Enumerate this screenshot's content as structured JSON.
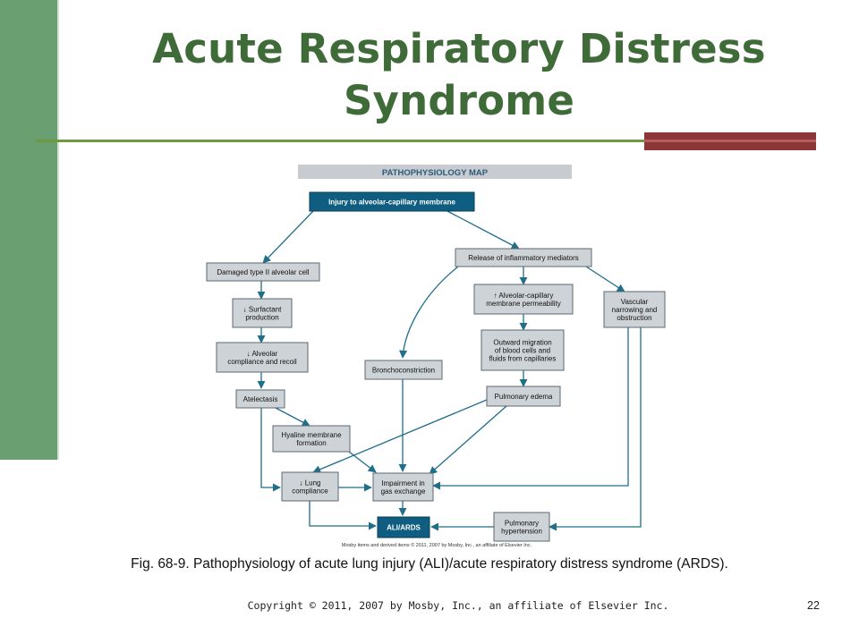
{
  "slide": {
    "title_line1": "Acute Respiratory Distress",
    "title_line2": "Syndrome",
    "caption": "Fig. 68-9. Pathophysiology of acute lung injury (ALI)/acute respiratory distress syndrome (ARDS).",
    "copyright": "Copyright © 2011, 2007 by Mosby, Inc., an affiliate of Elsevier Inc.",
    "page_number": "22"
  },
  "map": {
    "title": "PATHOPHYSIOLOGY MAP",
    "credit": "Mosby items and derived items © 2011, 2007 by Mosby, Inc., an affiliate of Elsevier Inc.",
    "nodes": {
      "injury": [
        "Injury to alveolar-capillary membrane"
      ],
      "type2": [
        "Damaged type II alveolar cell"
      ],
      "mediators": [
        "Release of inflammatory mediators"
      ],
      "surfactant": [
        "↓ Surfactant",
        "production"
      ],
      "permeability": [
        "↑ Alveolar-capillary",
        "membrane permeability"
      ],
      "vascular": [
        "Vascular",
        "narrowing and",
        "obstruction"
      ],
      "compliance_recoil": [
        "↓ Alveolar",
        "compliance and recoil"
      ],
      "migration": [
        "Outward migration",
        "of blood cells and",
        "fluids from capillaries"
      ],
      "broncho": [
        "Bronchoconstriction"
      ],
      "atelectasis": [
        "Atelectasis"
      ],
      "edema": [
        "Pulmonary edema"
      ],
      "hyaline": [
        "Hyaline membrane",
        "formation"
      ],
      "lung_compliance": [
        "↓ Lung",
        "compliance"
      ],
      "impairment": [
        "Impairment in",
        "gas exchange"
      ],
      "ali": [
        "ALI/ARDS"
      ],
      "hypertension": [
        "Pulmonary",
        "hypertension"
      ]
    }
  }
}
